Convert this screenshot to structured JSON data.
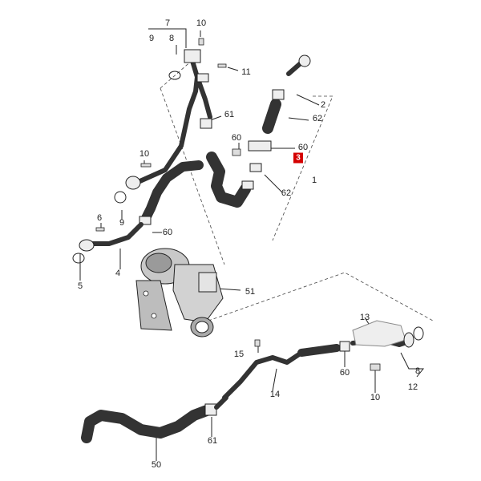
{
  "diagram": {
    "callouts": [
      {
        "id": "c7",
        "text": "7"
      },
      {
        "id": "c9a",
        "text": "9"
      },
      {
        "id": "c8a",
        "text": "8"
      },
      {
        "id": "c10a",
        "text": "10"
      },
      {
        "id": "c11",
        "text": "11"
      },
      {
        "id": "c61a",
        "text": "61"
      },
      {
        "id": "c60a",
        "text": "60"
      },
      {
        "id": "c2",
        "text": "2"
      },
      {
        "id": "c62a",
        "text": "62"
      },
      {
        "id": "c60b",
        "text": "60"
      },
      {
        "id": "c3",
        "text": "3"
      },
      {
        "id": "c1",
        "text": "1"
      },
      {
        "id": "c62b",
        "text": "62"
      },
      {
        "id": "c10b",
        "text": "10"
      },
      {
        "id": "c9b",
        "text": "9"
      },
      {
        "id": "c6",
        "text": "6"
      },
      {
        "id": "c60c",
        "text": "60"
      },
      {
        "id": "c5",
        "text": "5"
      },
      {
        "id": "c4",
        "text": "4"
      },
      {
        "id": "c51",
        "text": "51"
      },
      {
        "id": "c13",
        "text": "13"
      },
      {
        "id": "c15",
        "text": "15"
      },
      {
        "id": "c60d",
        "text": "60"
      },
      {
        "id": "c8b",
        "text": "8"
      },
      {
        "id": "c14",
        "text": "14"
      },
      {
        "id": "c10c",
        "text": "10"
      },
      {
        "id": "c12",
        "text": "12"
      },
      {
        "id": "c61b",
        "text": "61"
      },
      {
        "id": "c50",
        "text": "50"
      }
    ]
  }
}
